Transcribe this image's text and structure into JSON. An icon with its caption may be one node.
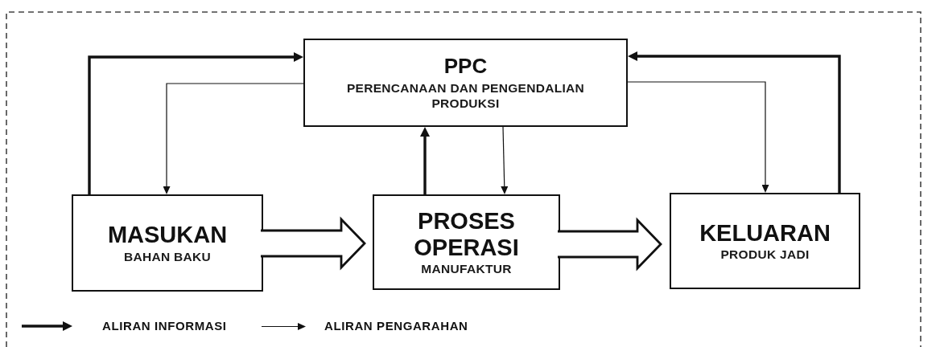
{
  "diagram": {
    "nodes": [
      {
        "text": [
          "PPC",
          "PERENCANAAN DAN PENGENDALIAN PRODUKSI"
        ]
      },
      {
        "text": [
          "MASUKAN",
          "BAHAN BAKU"
        ]
      },
      {
        "text": [
          "PROSES OPERASI",
          "MANUFAKTUR"
        ]
      },
      {
        "text": [
          "KELUARAN",
          "PRODUK JADI"
        ]
      }
    ],
    "edges": [
      {
        "from": 1,
        "to": 0,
        "arrow": "to",
        "style": "thick"
      },
      {
        "from": 0,
        "to": 1,
        "arrow": "to"
      },
      {
        "from": 1,
        "to": 2,
        "arrow": "to",
        "style": "thick"
      },
      {
        "from": 2,
        "to": 0,
        "arrow": "to",
        "style": "thick"
      },
      {
        "from": 0,
        "to": 2,
        "arrow": "to"
      },
      {
        "from": 2,
        "to": 3,
        "arrow": "to",
        "style": "thick"
      },
      {
        "from": 0,
        "to": 3,
        "arrow": "to"
      },
      {
        "from": 3,
        "to": 0,
        "arrow": "to",
        "style": "thick"
      }
    ],
    "legend": [
      {
        "text": "ALIRAN INFORMASI"
      },
      {
        "text": "ALIRAN PENGARAHAN"
      }
    ]
  }
}
